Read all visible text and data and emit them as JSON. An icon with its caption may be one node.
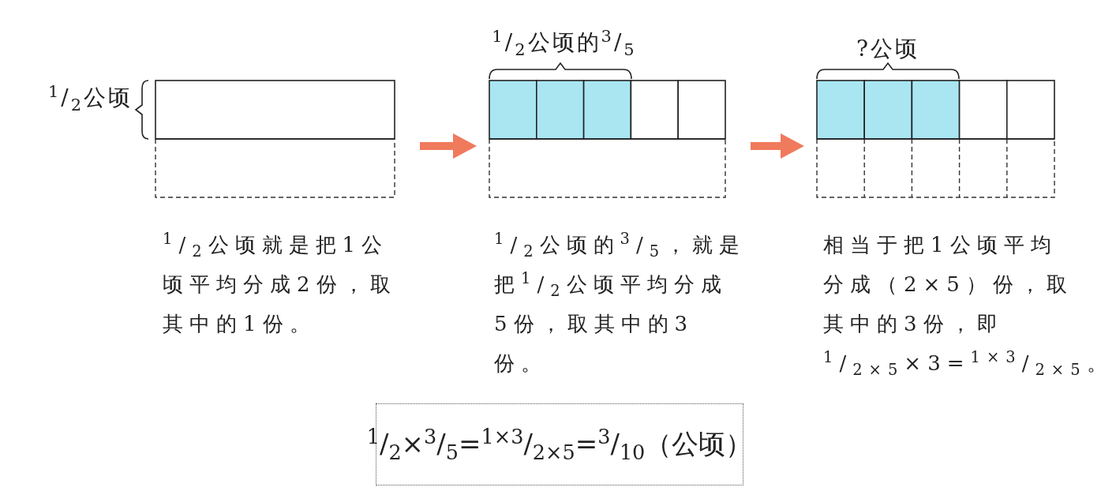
{
  "diagram": {
    "nodes": [
      {
        "text": [],
        "shape": "bar",
        "beside": [
          "$^{1}$/$_{2}$公顷"
        ]
      },
      {
        "text": [],
        "shape": "bar",
        "beside": [
          "$^{1}$/$_{2}$公顷的$^{3}$/$_{5}$"
        ]
      },
      {
        "text": [],
        "shape": "bar",
        "beside": [
          "?公顷"
        ]
      },
      {
        "text": [
          "$^{1}$/$_{2}$×$^{3}$/$_{5}$=$^{1×3}$/$_{2×5}$=$^{3}$/$_{10}$（公顷）"
        ]
      }
    ],
    "edges": [
      {
        "from": 0,
        "to": 1,
        "arrow": "to"
      },
      {
        "from": 1,
        "to": 2,
        "arrow": "to"
      }
    ],
    "labels": [
      "$^{1}$/$_{2}$公顷就是把1公顷平均分成2份，取其中的1份。",
      "$^{1}$/$_{2}$公顷的$^{3}$/$_{5}$，就是把$^{1}$/$_{2}$公顷平均分成5份，取其中的3份。",
      "相当于把1公顷平均分成（2×5）份，取其中的3份，即$^{1}$/$_{2×5}$×3=$^{1×3}$/$_{2×5}$。"
    ]
  }
}
